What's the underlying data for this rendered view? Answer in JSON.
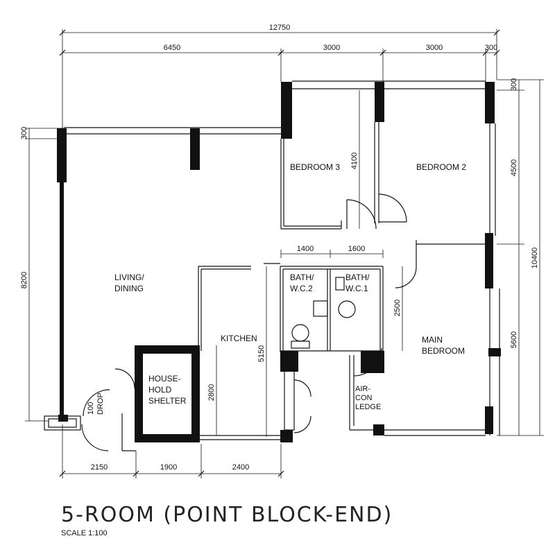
{
  "title": "5-ROOM (POINT BLOCK-END)",
  "scale": "SCALE 1:100",
  "rooms": {
    "living": [
      "LIVING/",
      "DINING"
    ],
    "kitchen": "KITCHEN",
    "bedroom3": "BEDROOM 3",
    "bedroom2": "BEDROOM 2",
    "bath2": [
      "BATH/",
      "W.C.2"
    ],
    "bath1": [
      "BATH/",
      "W.C.1"
    ],
    "main": [
      "MAIN",
      "BEDROOM"
    ],
    "shelter": [
      "HOUSE-",
      "HOLD",
      "SHELTER"
    ],
    "aircon": [
      "AIR-",
      "CON",
      "LEDGE"
    ],
    "drop": [
      "100",
      "DROP"
    ]
  },
  "dims": {
    "total_width": "12750",
    "top_left": "6450",
    "top_mid": "3000",
    "top_right": "3000",
    "top_end": "300",
    "bottom_1": "2150",
    "bottom_2": "1900",
    "bottom_3": "2400",
    "bath_w1": "1400",
    "bath_w2": "1600",
    "left_300": "300",
    "left_8200": "8200",
    "right_300": "300",
    "right_4500": "4500",
    "right_5600": "5600",
    "right_10400": "10400",
    "inner_4100": "4100",
    "inner_2500": "2500",
    "inner_5150": "5150",
    "inner_2800": "2800"
  }
}
